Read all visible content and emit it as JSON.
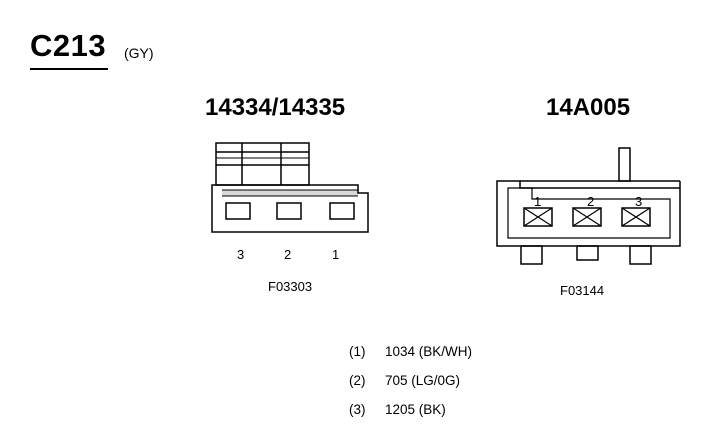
{
  "connector": {
    "id": "C213",
    "color": "(GY)"
  },
  "left_connector": {
    "part_number": "14334/14335",
    "figure": "F03303",
    "pin_labels": [
      "3",
      "2",
      "1"
    ]
  },
  "right_connector": {
    "part_number": "14A005",
    "figure": "F03144",
    "pin_labels": [
      "1",
      "2",
      "3"
    ]
  },
  "circuits": [
    {
      "pin": "(1)",
      "circuit": "1034 (BK/WH)"
    },
    {
      "pin": "(2)",
      "circuit": "705 (LG/0G)"
    },
    {
      "pin": "(3)",
      "circuit": "1205 (BK)"
    }
  ]
}
